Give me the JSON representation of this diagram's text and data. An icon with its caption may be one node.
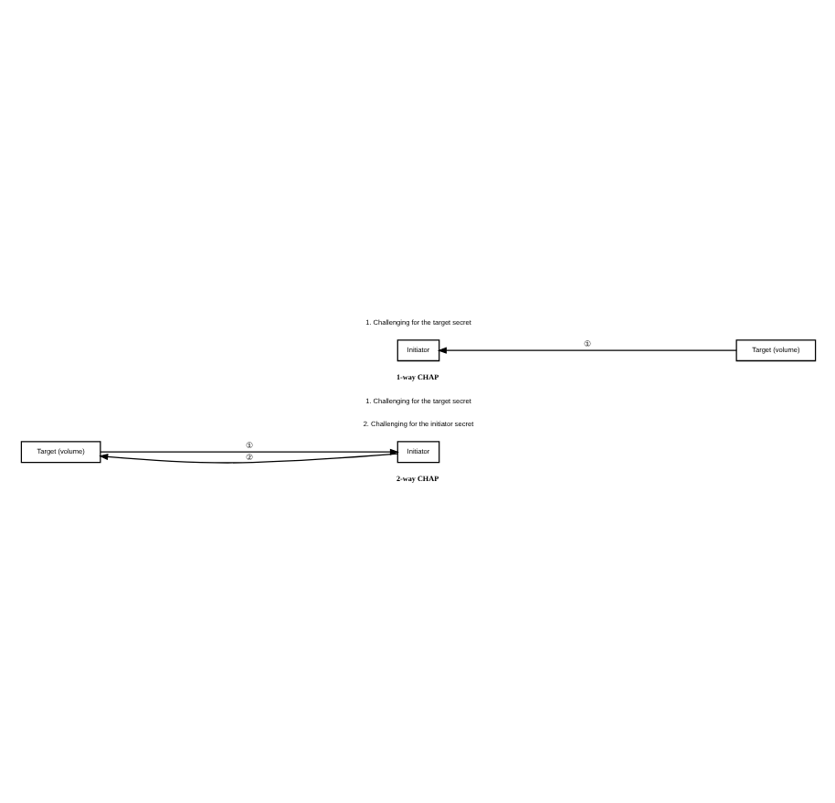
{
  "diagram": {
    "nodes": [
      {
        "text": [
          "Initiator"
        ]
      },
      {
        "text": [
          "Target (volume)"
        ]
      },
      {
        "text": [
          "Initiator"
        ]
      },
      {
        "text": [
          "Target (volume)"
        ]
      }
    ],
    "edges": [
      {
        "from": 1,
        "to": 0,
        "arrow": "to",
        "label": "①"
      },
      {
        "from": 3,
        "to": 2,
        "arrow": "to",
        "label": "①"
      },
      {
        "from": 2,
        "to": 3,
        "arrow": "to",
        "label": "②"
      }
    ],
    "labels": [
      "1. Challenging for the target secret",
      "1-way CHAP",
      "1. Challenging for the target secret",
      "2. Challenging for the initiator secret",
      "2-way CHAP"
    ]
  }
}
